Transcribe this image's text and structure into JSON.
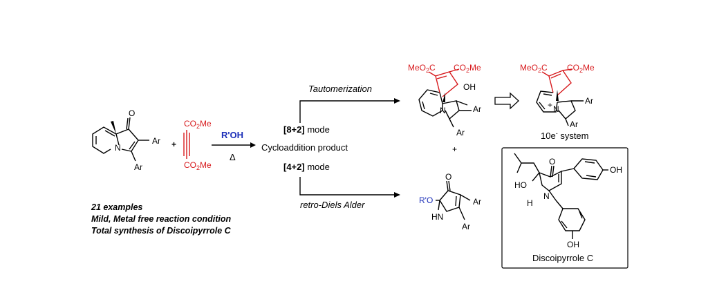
{
  "reactant": {
    "o_label": "O",
    "n_label": "N",
    "ar1": "Ar",
    "ar2": "Ar",
    "plus": "+"
  },
  "alkyne": {
    "top": "CO2Me",
    "bottom": "CO2Me"
  },
  "conditions": {
    "reagent": "R'OH",
    "heat": "Δ"
  },
  "center": {
    "mode_82_bold": "[8+2]",
    "mode_82_text": " mode",
    "product": "Cycloaddition product",
    "mode_42_bold": "[4+2]",
    "mode_42_text": " mode"
  },
  "pathways": {
    "top": "Tautomerization",
    "bottom": "retro-Diels Alder"
  },
  "product_top": {
    "left_ester": "MeO2C",
    "right_ester": "CO2Me",
    "oh": "OH",
    "n": "N",
    "ar1": "Ar",
    "ar2": "Ar"
  },
  "product_right": {
    "left_ester": "MeO2C",
    "right_ester": "CO2Me",
    "n": "N",
    "charge": "+",
    "ar1": "Ar",
    "ar2": "Ar",
    "caption": "10e",
    "caption_sup": "-",
    "caption_rest": " system"
  },
  "product_bottom": {
    "ro": "R'O",
    "o": "O",
    "hn": "HN",
    "ar1": "Ar",
    "ar2": "Ar",
    "plus": "+"
  },
  "natural_product": {
    "o": "O",
    "oh_top": "OH",
    "ho": "HO",
    "n": "N",
    "h": "H",
    "oh_bottom": "OH",
    "caption": "Discoipyrrole C"
  },
  "notes": [
    "21 examples",
    "Mild, Metal free reaction condition",
    "Total synthesis of Discoipyrrole C"
  ]
}
